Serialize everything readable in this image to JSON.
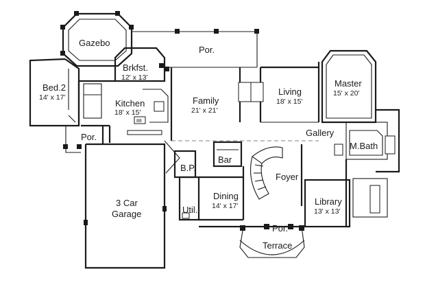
{
  "rooms": {
    "gazebo": {
      "name": "Gazebo"
    },
    "porch_top": {
      "name": "Por."
    },
    "brkfst": {
      "name": "Brkfst.",
      "size": "12' x 13'"
    },
    "bed2": {
      "name": "Bed.2",
      "size": "14' x 17'"
    },
    "kitchen": {
      "name": "Kitchen",
      "size": "18' x 15'"
    },
    "family": {
      "name": "Family",
      "size": "21' x 21'"
    },
    "living": {
      "name": "Living",
      "size": "18' x 15'"
    },
    "master": {
      "name": "Master",
      "size": "15' x 20'"
    },
    "gallery": {
      "name": "Gallery"
    },
    "mbath": {
      "name": "M.Bath"
    },
    "porch_side": {
      "name": "Por."
    },
    "bar": {
      "name": "Bar"
    },
    "bp": {
      "name": "B.P."
    },
    "foyer": {
      "name": "Foyer"
    },
    "garage": {
      "name": "3 Car",
      "name2": "Garage"
    },
    "dining": {
      "name": "Dining",
      "size": "14' x 17'"
    },
    "library": {
      "name": "Library",
      "size": "13' x 13'"
    },
    "util": {
      "name": "Util."
    },
    "porch_front": {
      "name": "Por."
    },
    "terrace": {
      "name": "Terrace"
    }
  },
  "fixtures": {
    "range_label": "88"
  }
}
